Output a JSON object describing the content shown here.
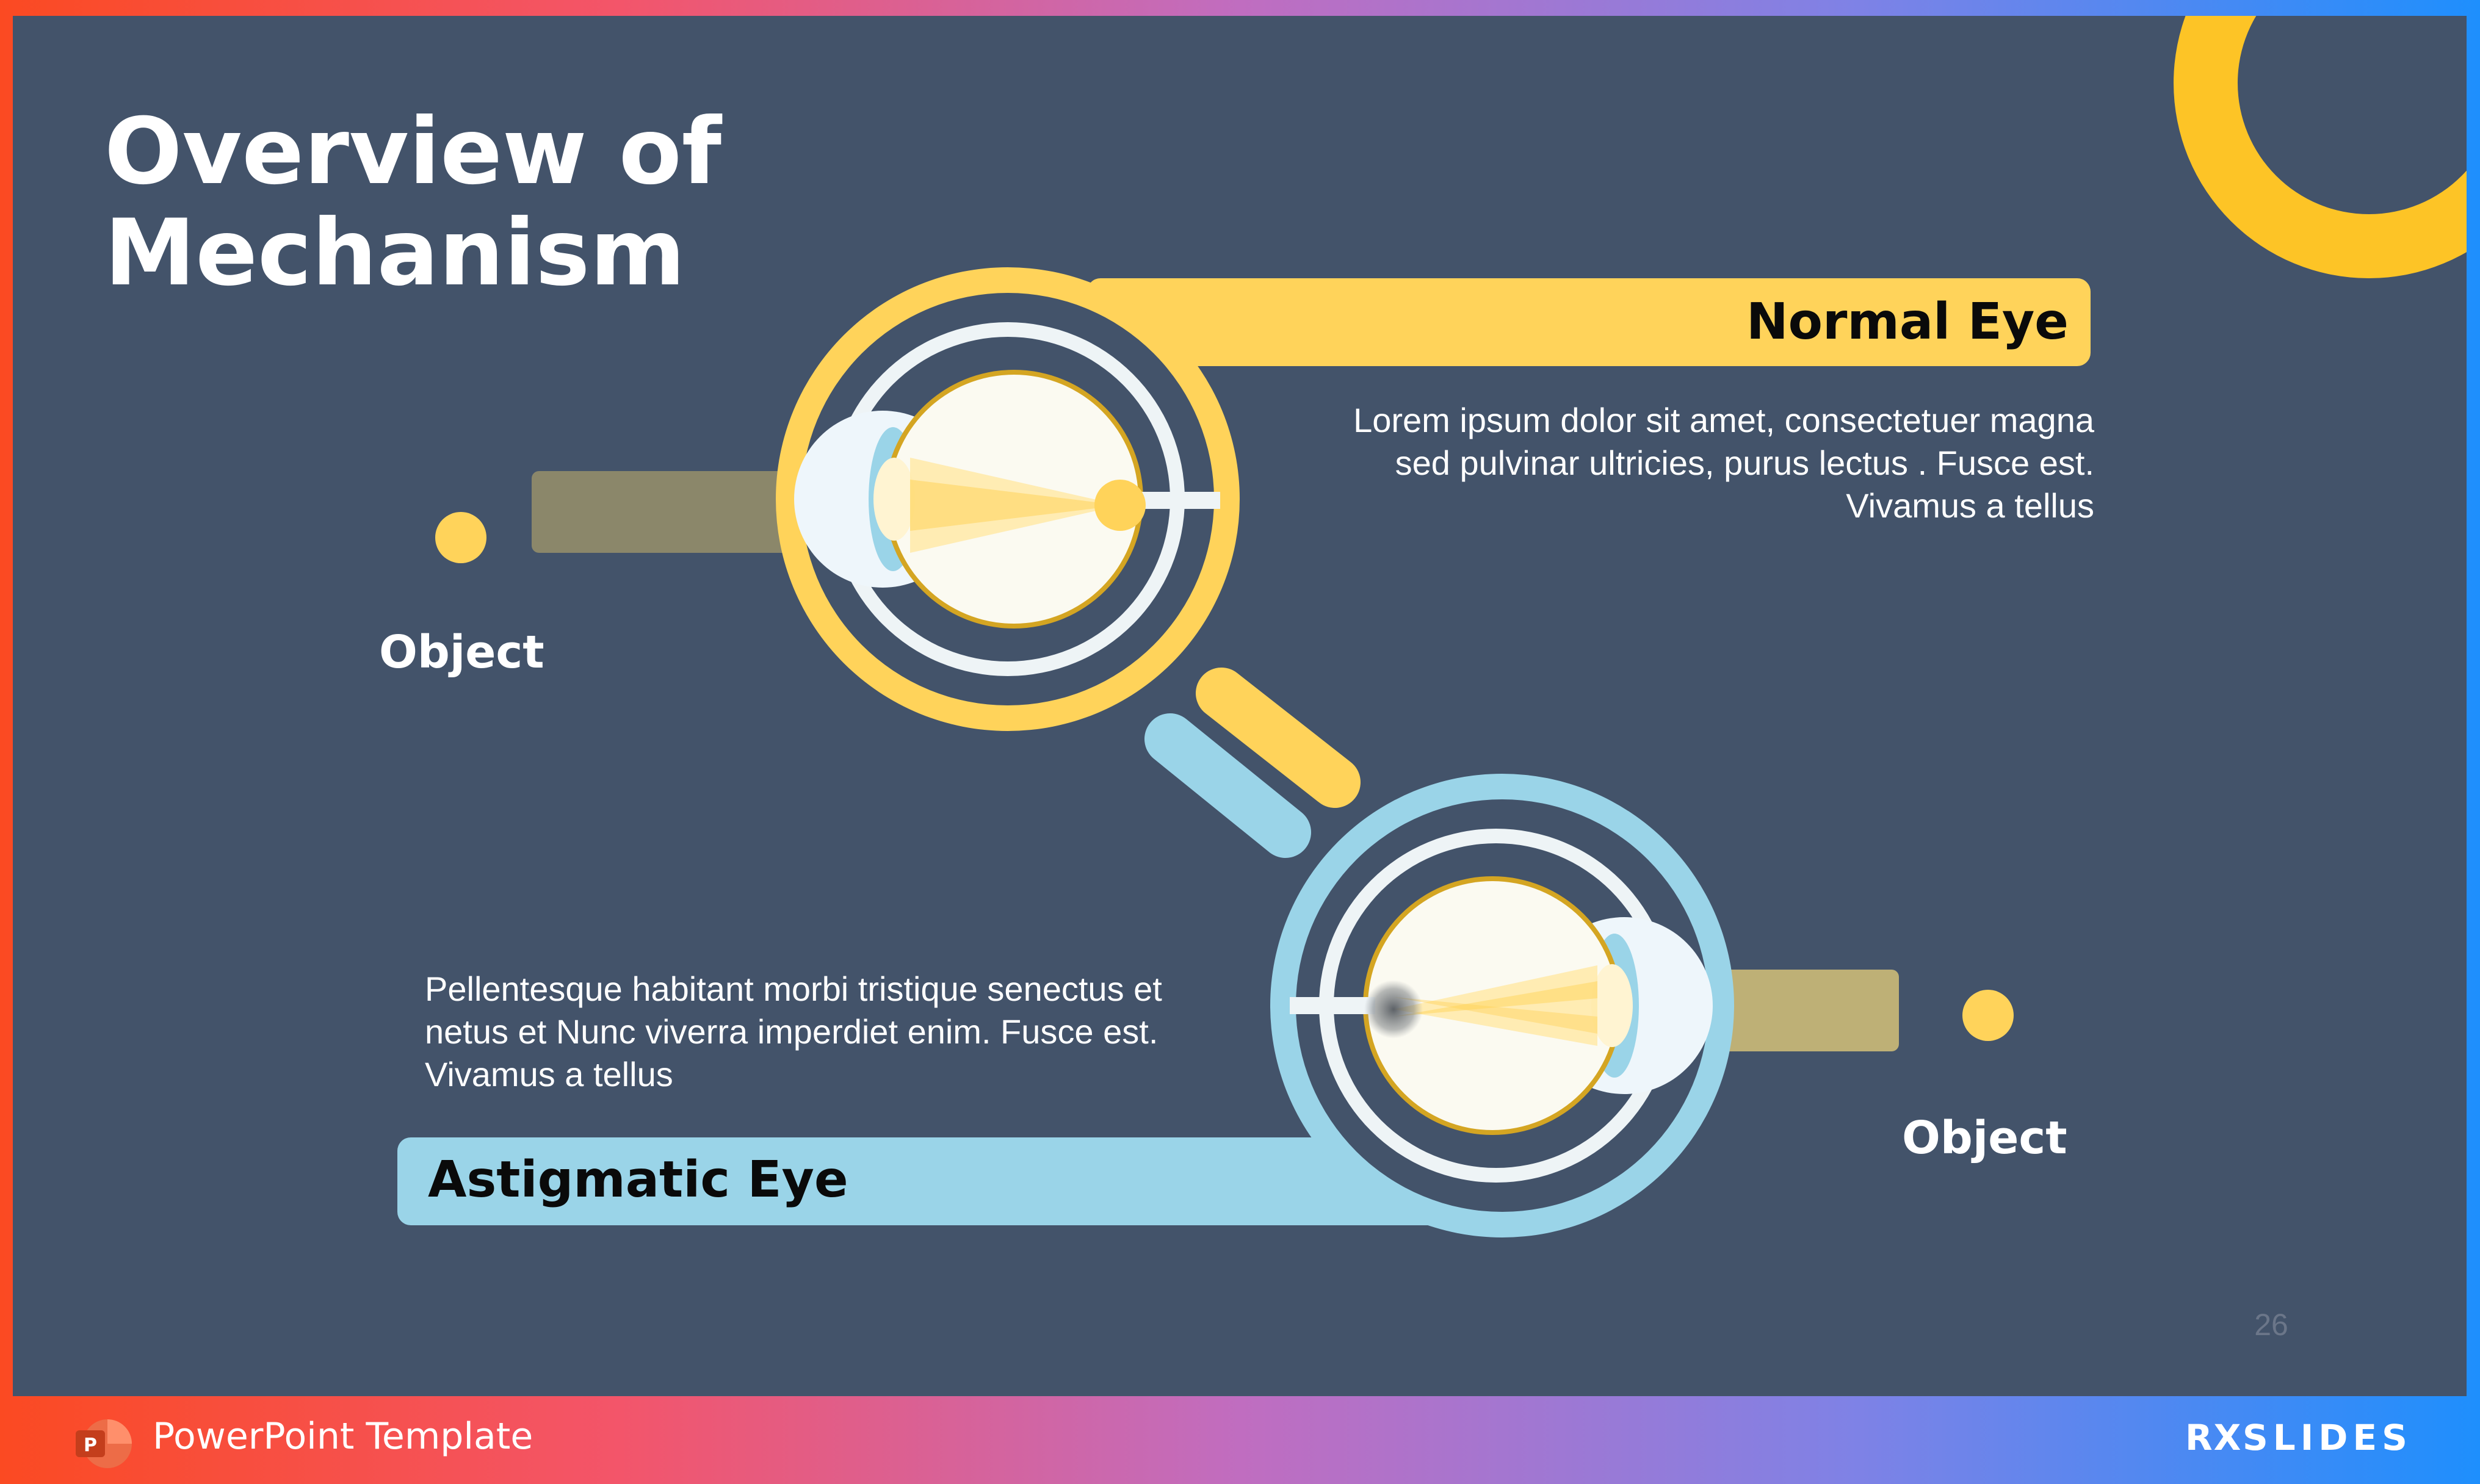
{
  "slide": {
    "title": "Overview of Mechanism",
    "page_number": "26"
  },
  "normal_eye": {
    "label": "Normal Eye",
    "description": "Lorem ipsum dolor sit amet, consectetuer magna sed pulvinar ultricies, purus lectus . Fusce est. Vivamus a tellus",
    "object_label": "Object"
  },
  "astigmatic_eye": {
    "label": "Astigmatic Eye",
    "description": "Pellentesque habitant morbi tristique senectus et netus et Nunc viverra imperdiet enim. Fusce est. Vivamus a tellus",
    "object_label": "Object"
  },
  "footer": {
    "app_label": "PowerPoint Template",
    "app_icon": "powerpoint-icon",
    "brand_prefix": "RX",
    "brand_name": "SLIDES"
  },
  "colors": {
    "background": "#43536a",
    "yellow": "#ffd35a",
    "light_blue": "#9ad4e8",
    "accent_ring": "#fdc426"
  }
}
